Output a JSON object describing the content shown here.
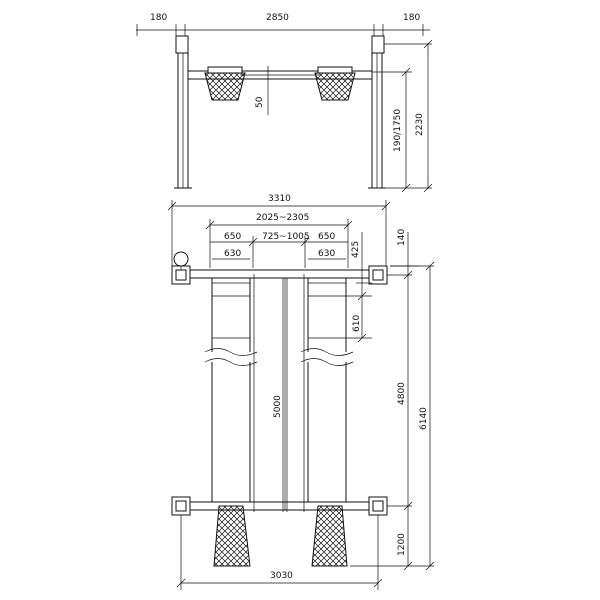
{
  "front_view": {
    "left_offset": "180",
    "span": "2850",
    "right_offset": "180",
    "height_total": "2230",
    "lift_height": "190/1750",
    "pad_thickness": "50"
  },
  "top_view": {
    "overall_width": "3310",
    "track_spacing": "2025~2305",
    "track_width_left": "650",
    "track_gap": "725~1005",
    "track_width_right": "650",
    "plate_left": "630",
    "plate_right": "630",
    "runway_length": "5000",
    "offset_top": "140",
    "plate_depth": "425",
    "turn_plate": "610",
    "post_spacing": "4800",
    "overall_length": "6140",
    "ramp_length": "1200",
    "base_width": "3030"
  }
}
